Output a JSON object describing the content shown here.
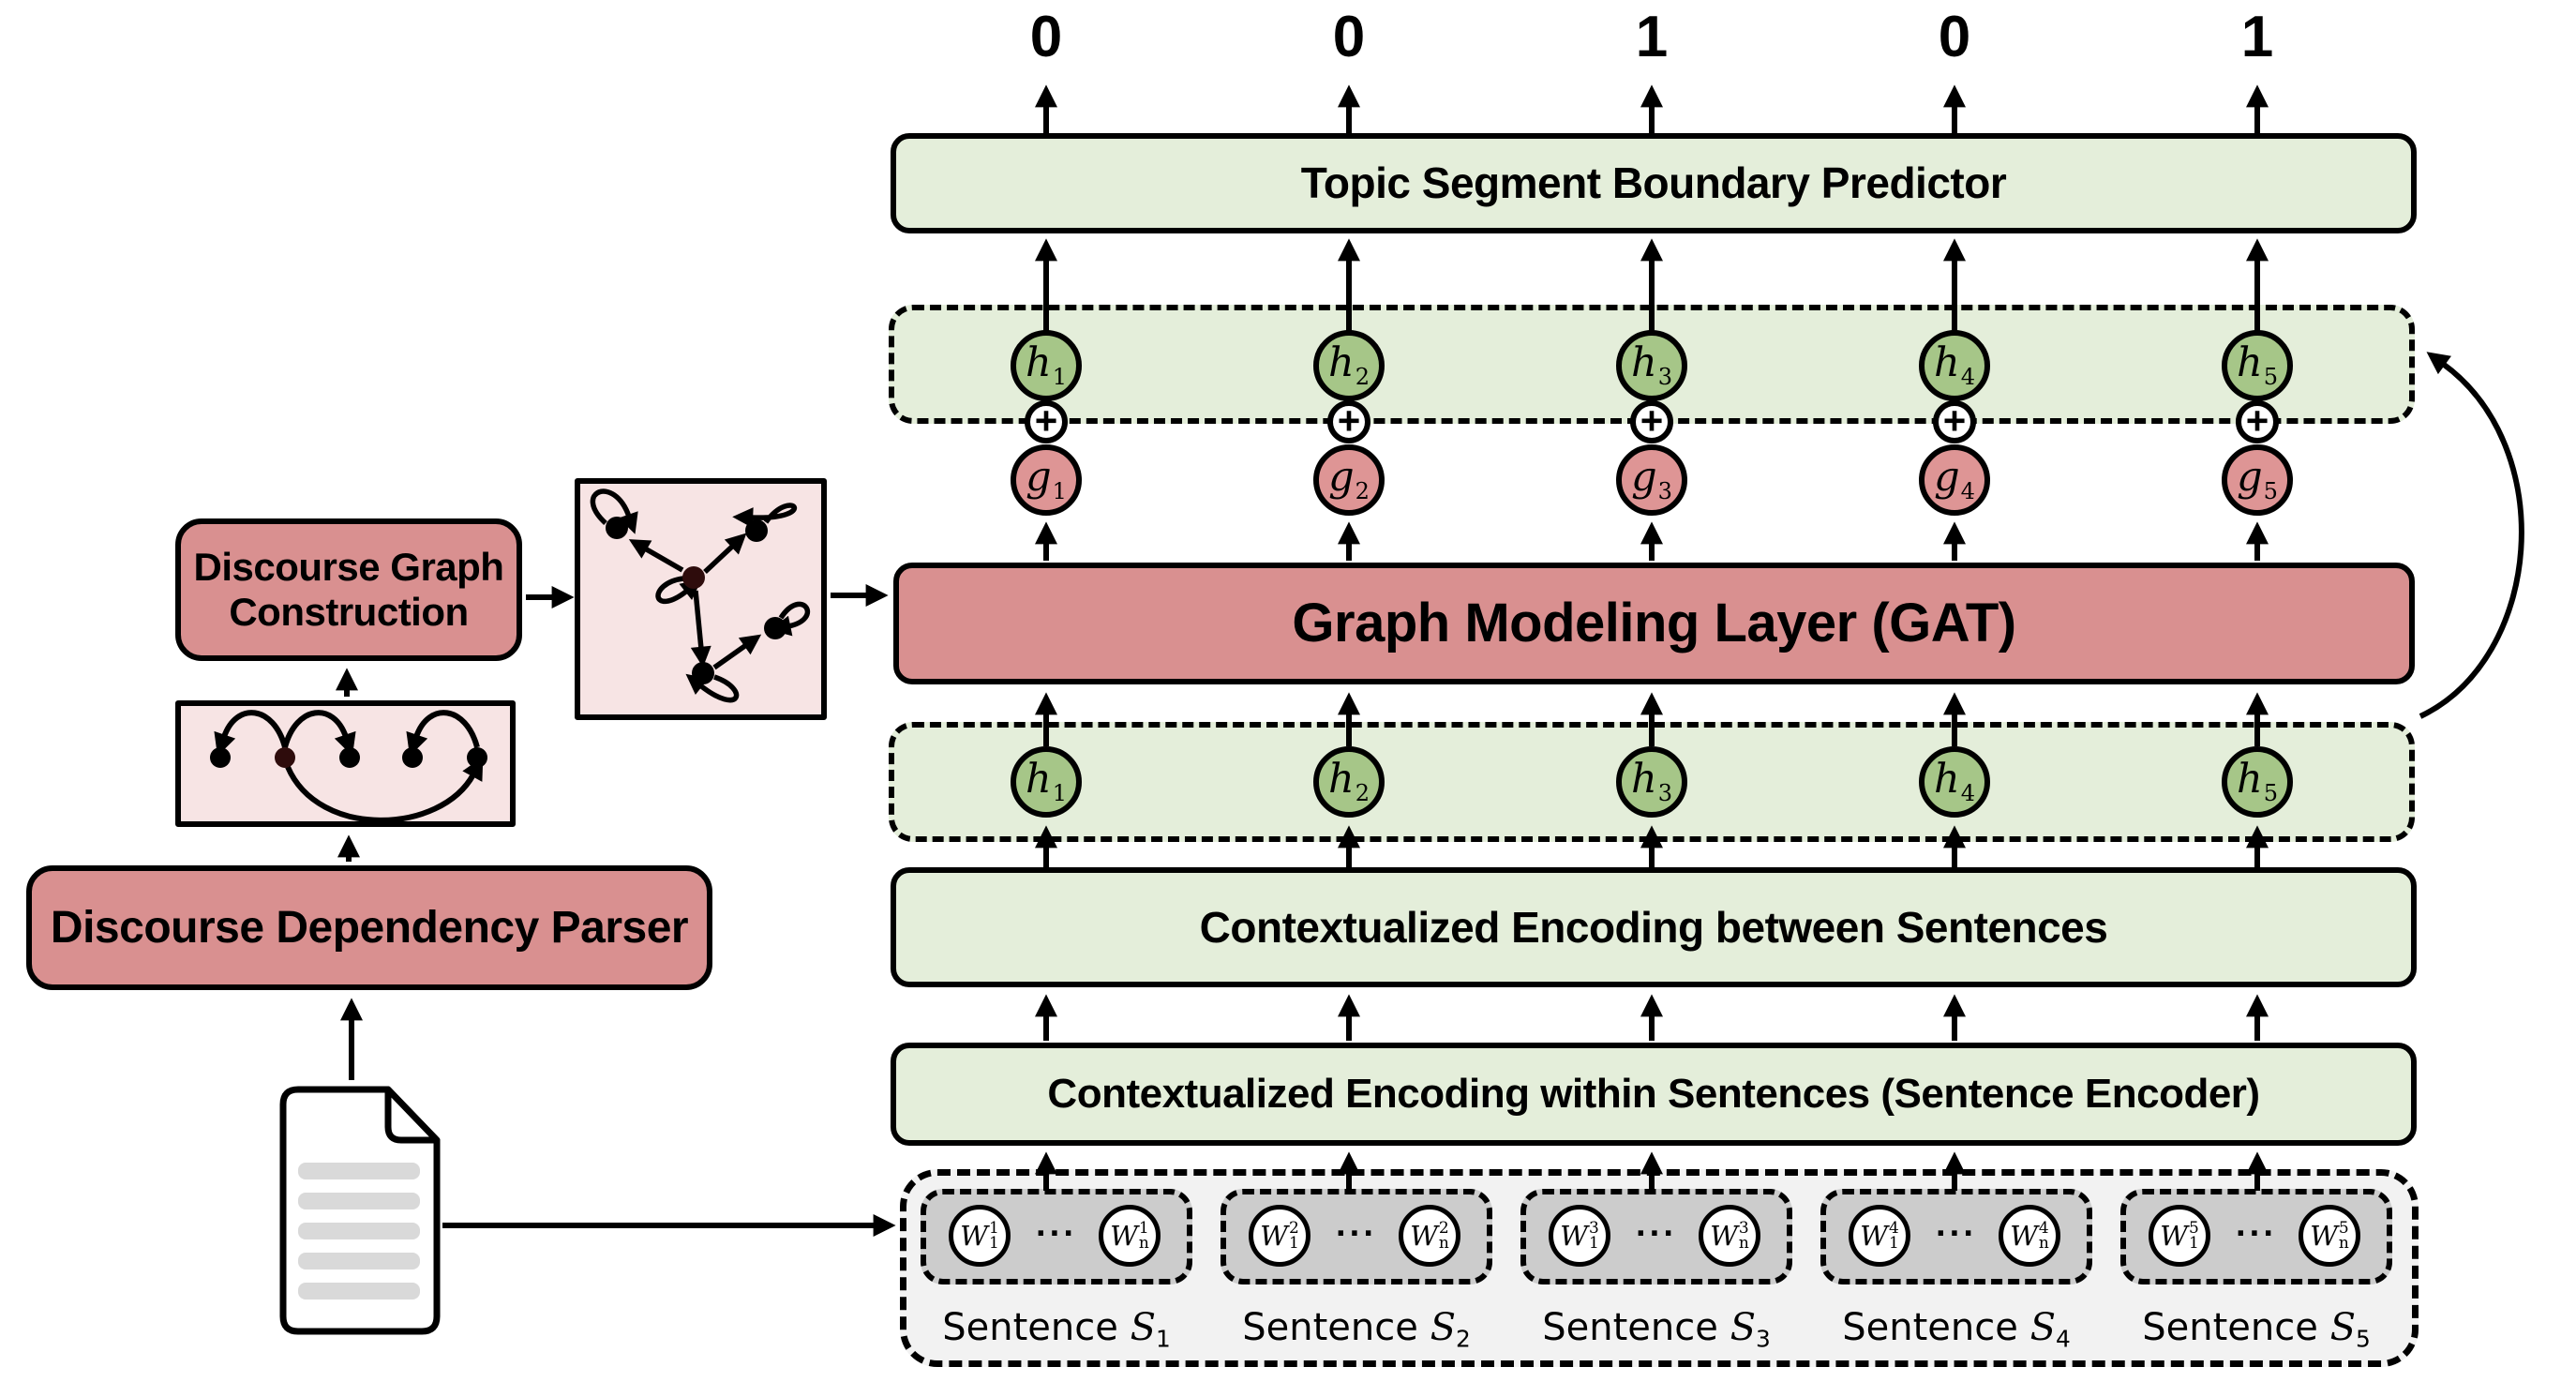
{
  "colors": {
    "green-box": "#e4eeda",
    "green-node": "#a6c688",
    "red-box": "#d99090",
    "pink-node": "#de9595",
    "pink-panel": "#f7e4e4",
    "gray-panel": "#f2f2f2",
    "gray-box": "#cccccc",
    "doc-line": "#d9d9d9",
    "dark-node": "#2e0c0c"
  },
  "outputs": [
    "0",
    "0",
    "1",
    "0",
    "1"
  ],
  "layers": {
    "predictor": "Topic Segment Boundary Predictor",
    "gat": "Graph Modeling Layer (GAT)",
    "between": "Contextualized Encoding between Sentences",
    "within": "Contextualized Encoding within Sentences (Sentence Encoder)"
  },
  "left": {
    "dgc_line1": "Discourse Graph",
    "dgc_line2": "Construction",
    "parser": "Discourse Dependency Parser"
  },
  "plus": "+",
  "dots": "···",
  "h_nodes": [
    {
      "base": "h",
      "sub": "1"
    },
    {
      "base": "h",
      "sub": "2"
    },
    {
      "base": "h",
      "sub": "3"
    },
    {
      "base": "h",
      "sub": "4"
    },
    {
      "base": "h",
      "sub": "5"
    }
  ],
  "g_nodes": [
    {
      "base": "g",
      "sub": "1"
    },
    {
      "base": "g",
      "sub": "2"
    },
    {
      "base": "g",
      "sub": "3"
    },
    {
      "base": "g",
      "sub": "4"
    },
    {
      "base": "g",
      "sub": "5"
    }
  ],
  "sentences": [
    {
      "prefix": "Sentence",
      "var": "S",
      "num": "1",
      "w_first": {
        "base": "W",
        "sub": "1",
        "sup": "1"
      },
      "w_last": {
        "base": "W",
        "sub": "n",
        "sup": "1"
      }
    },
    {
      "prefix": "Sentence",
      "var": "S",
      "num": "2",
      "w_first": {
        "base": "W",
        "sub": "1",
        "sup": "2"
      },
      "w_last": {
        "base": "W",
        "sub": "n",
        "sup": "2"
      }
    },
    {
      "prefix": "Sentence",
      "var": "S",
      "num": "3",
      "w_first": {
        "base": "W",
        "sub": "1",
        "sup": "3"
      },
      "w_last": {
        "base": "W",
        "sub": "n",
        "sup": "3"
      }
    },
    {
      "prefix": "Sentence",
      "var": "S",
      "num": "4",
      "w_first": {
        "base": "W",
        "sub": "1",
        "sup": "4"
      },
      "w_last": {
        "base": "W",
        "sub": "n",
        "sup": "4"
      }
    },
    {
      "prefix": "Sentence",
      "var": "S",
      "num": "5",
      "w_first": {
        "base": "W",
        "sub": "1",
        "sup": "5"
      },
      "w_last": {
        "base": "W",
        "sub": "n",
        "sup": "5"
      }
    }
  ]
}
